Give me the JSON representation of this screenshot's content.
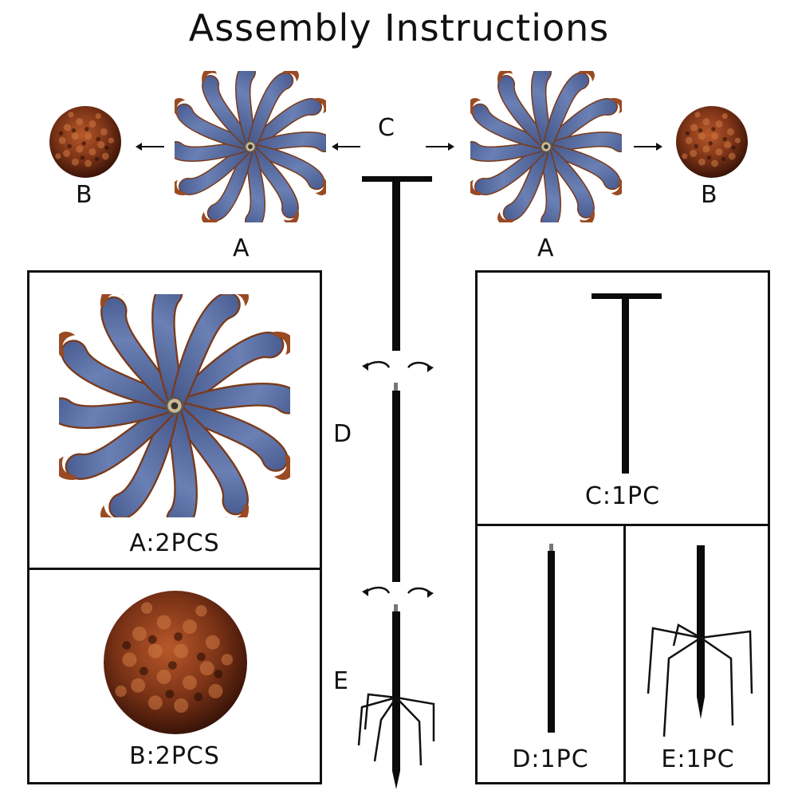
{
  "title": "Assembly Instructions",
  "diagram": {
    "left_cap_label": "B",
    "left_spinner_label": "A",
    "center_label": "C",
    "right_spinner_label": "A",
    "right_cap_label": "B",
    "pole_mid_label": "D",
    "pole_bottom_label": "E"
  },
  "parts": {
    "a": "A:2PCS",
    "b": "B:2PCS",
    "c": "C:1PC",
    "d": "D:1PC",
    "e": "E:1PC"
  },
  "colors": {
    "petal_blue": "#5a6fa0",
    "copper": "#8a3f1c",
    "pole": "#0b0b0b",
    "frame": "#111111"
  },
  "icons": [
    "spinner-wheel",
    "hammered-cap",
    "t-bar-pole",
    "extension-pole",
    "ground-stake",
    "arrow",
    "twist-arrows"
  ]
}
